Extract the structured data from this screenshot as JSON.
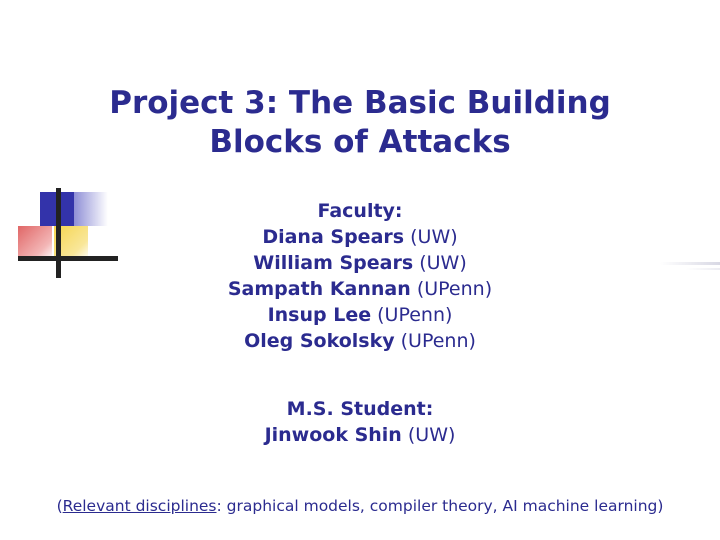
{
  "slide": {
    "title": "Project 3: The Basic Building Blocks of Attacks",
    "title_line1": "Project 3: The Basic Building",
    "title_line2": "Blocks of Attacks",
    "faculty": {
      "heading": "Faculty:",
      "members": [
        {
          "name": "Diana Spears",
          "affiliation": "(UW)"
        },
        {
          "name": "William Spears",
          "affiliation": "(UW)"
        },
        {
          "name": "Sampath Kannan",
          "affiliation": "(UPenn)"
        },
        {
          "name": "Insup Lee",
          "affiliation": "(UPenn)"
        },
        {
          "name": "Oleg Sokolsky",
          "affiliation": "(UPenn)"
        }
      ]
    },
    "student": {
      "heading": "M.S. Student:",
      "members": [
        {
          "name": "Jinwook Shin",
          "affiliation": "(UW)"
        }
      ]
    },
    "footer": {
      "open_paren": "(",
      "underlined_label": "Relevant disciplines",
      "rest": ": graphical models, compiler theory, AI machine learning)"
    },
    "colors": {
      "text_blue": "#2b2b8f",
      "logo_blue": "#3333aa",
      "logo_red": "#d94a4a",
      "logo_yellow": "#f2d04a",
      "background": "#ffffff"
    }
  }
}
